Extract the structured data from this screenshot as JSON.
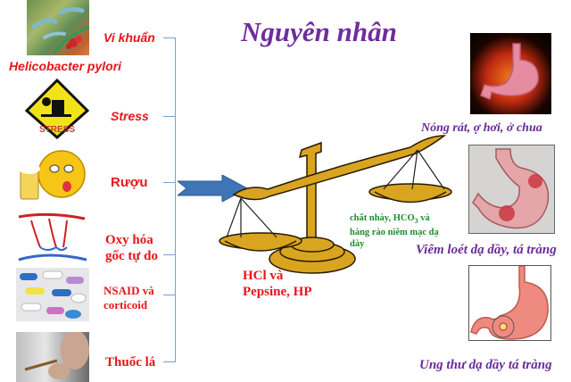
{
  "title": "Nguyên nhân",
  "causes": [
    {
      "label": "Vi khuẩn",
      "sublabel": "Helicobacter pylori",
      "icon": "bacteria-image"
    },
    {
      "label": "Stress",
      "icon": "stress-sign-image"
    },
    {
      "label": "Rượu",
      "icon": "drunk-emoji-beer-image"
    },
    {
      "label": "Oxy hóa gốc tự do",
      "line1": "Oxy hóa",
      "line2": "gốc tự do",
      "icon": "capillary-vessels-image"
    },
    {
      "label": "NSAID và corticoid",
      "line1": "NSAID và",
      "line2": "corticoid",
      "icon": "pills-image"
    },
    {
      "label": "Thuốc lá",
      "icon": "smoking-image"
    }
  ],
  "scale": {
    "left_pan": {
      "line1": "HCl và",
      "line2": "Pepsine, HP"
    },
    "right_pan": {
      "line1": "chất nhày, HCO",
      "subscript": "3",
      "line1_end": " và",
      "line2": "hàng rào niêm mạc dạ",
      "line3": "dày"
    }
  },
  "effects": [
    {
      "label": "Nóng rát, ợ hơi, ở chua",
      "icon": "burning-stomach-image"
    },
    {
      "label": "Viêm loét dạ dầy, tá tràng",
      "icon": "stomach-ulcer-image"
    },
    {
      "label": "Ung thư dạ dầy tá tràng",
      "icon": "stomach-cancer-image"
    }
  ],
  "colors": {
    "cause_red": "#e8141b",
    "effect_purple": "#6a2a9a",
    "title_purple": "#6e2d9e",
    "protect_green": "#1e8c2e",
    "bracket_blue": "#7a9fd0",
    "arrow_blue": "#3f74b7",
    "scale_gold": "#d9a520"
  }
}
